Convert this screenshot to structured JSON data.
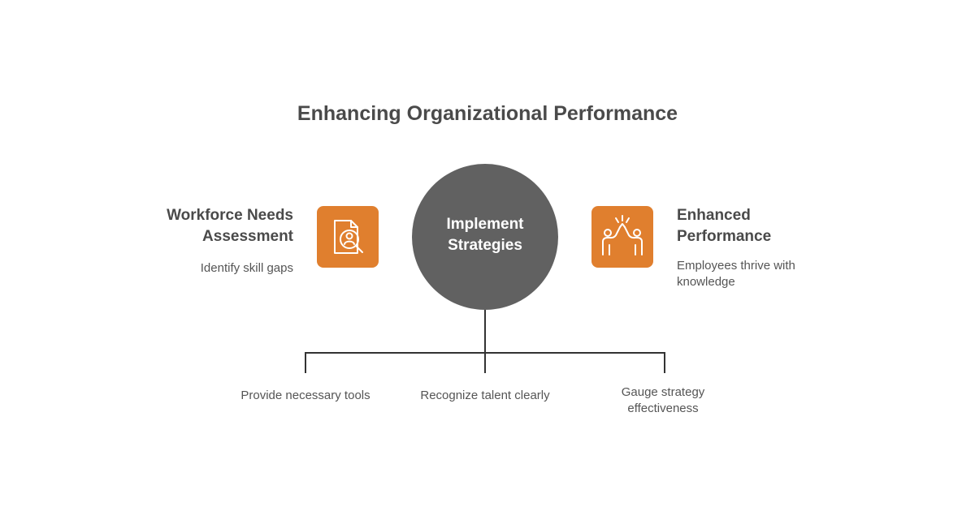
{
  "title": "Enhancing Organizational Performance",
  "center": {
    "label_line1": "Implement",
    "label_line2": "Strategies"
  },
  "left": {
    "heading_line1": "Workforce Needs",
    "heading_line2": "Assessment",
    "description": "Identify skill gaps",
    "icon": "search-profile-icon"
  },
  "right": {
    "heading_line1": "Enhanced",
    "heading_line2": "Performance",
    "description_line1": "Employees thrive with",
    "description_line2": "knowledge",
    "icon": "high-five-icon"
  },
  "branches": [
    {
      "line1": "Provide necessary tools",
      "line2": ""
    },
    {
      "line1": "Recognize talent clearly",
      "line2": ""
    },
    {
      "line1": "Gauge strategy",
      "line2": "effectiveness"
    }
  ],
  "colors": {
    "accent": "#e07f2e",
    "center_circle": "#616161",
    "text": "#4a4a4a",
    "connector": "#333333"
  }
}
